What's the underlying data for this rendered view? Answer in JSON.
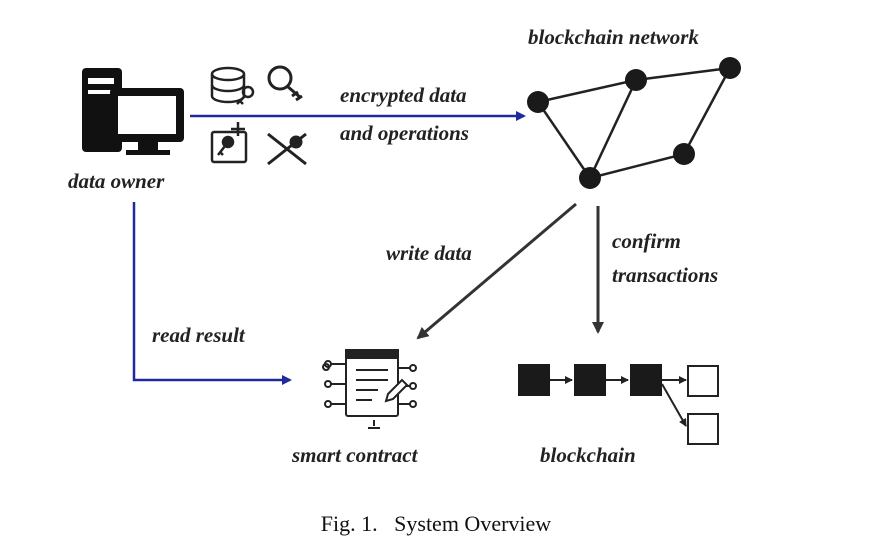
{
  "figure": {
    "caption": "Fig. 1.   System Overview"
  },
  "nodes": {
    "data_owner": "data owner",
    "blockchain_network": "blockchain network",
    "smart_contract": "smart contract",
    "blockchain": "blockchain"
  },
  "edges": {
    "encrypted_line1": "encrypted data",
    "encrypted_line2": "and operations",
    "write_data": "write data",
    "confirm_line1": "confirm",
    "confirm_line2": "transactions",
    "read_result": "read result"
  },
  "colors": {
    "blue_arrow": "#1f2a9e",
    "dark_arrow": "#333333",
    "node_fill": "#1a1a1a"
  },
  "icons": [
    "computer-icon",
    "database-key-icon",
    "magnifier-key-icon",
    "add-key-icon",
    "revoke-key-icon",
    "contract-chip-icon"
  ]
}
